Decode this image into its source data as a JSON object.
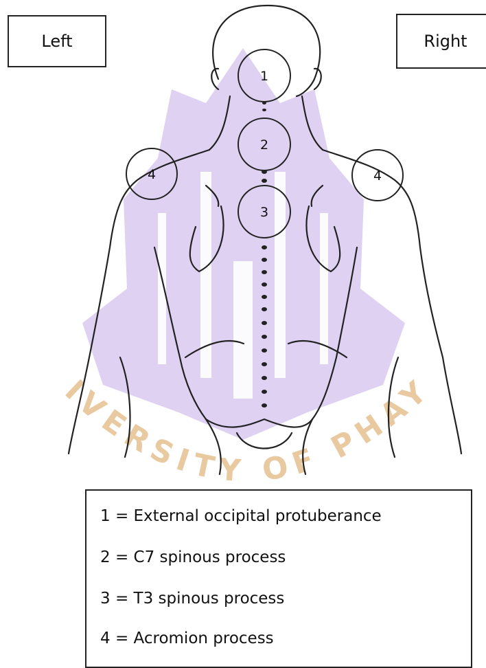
{
  "labels": {
    "left": "Left",
    "right": "Right"
  },
  "markers": [
    {
      "number": "1",
      "landmark": "External occipital protuberance"
    },
    {
      "number": "2",
      "landmark": "C7 spinous process"
    },
    {
      "number": "3",
      "landmark": "T3 spinous process"
    },
    {
      "number": "4",
      "landmark": "Acromion process"
    }
  ],
  "legend": [
    "1 = External occipital protuberance",
    "2 = C7 spinous process",
    "3 = T3 spinous process",
    "4 = Acromion process"
  ],
  "watermark": {
    "text": "UNIVERSITY OF PHAYAO",
    "emblem_color": "#c9b3e8",
    "text_color": "#e9c9a0"
  }
}
